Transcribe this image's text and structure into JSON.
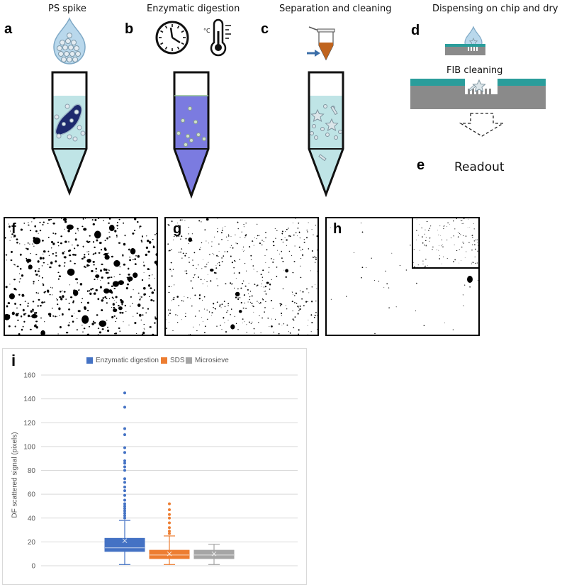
{
  "panels": {
    "a": {
      "letter": "a",
      "title": "PS spike"
    },
    "b": {
      "letter": "b",
      "title": "Enzymatic digestion",
      "thermo_unit": "°C"
    },
    "c": {
      "letter": "c",
      "title": "Separation and cleaning"
    },
    "d": {
      "letter": "d",
      "title": "Dispensing on chip and dry",
      "fib_label": "FIB cleaning"
    },
    "e": {
      "letter": "e",
      "title": "Readout"
    },
    "f": {
      "letter": "f"
    },
    "g": {
      "letter": "g"
    },
    "h": {
      "letter": "h"
    },
    "i": {
      "letter": "i"
    }
  },
  "colors": {
    "tube_fluid": "#bfe4e6",
    "enzyme_fluid": "#7b7be0",
    "particle": "#d8dfe6",
    "chip_top": "#2a9d9b",
    "chip_body": "#8a8a8a",
    "droplet": "#b9d8ec",
    "pellet": "#c0641e"
  },
  "chart_data": {
    "type": "box",
    "title": "",
    "xlabel": "",
    "ylabel": "DF scattered signal (pixels)",
    "ylim": [
      0,
      160
    ],
    "yticks": [
      0,
      20,
      40,
      60,
      80,
      100,
      120,
      140,
      160
    ],
    "grid": true,
    "legend_position": "top",
    "series": [
      {
        "name": "Enzymatic digestion",
        "color": "#4472c4",
        "whisker_low": 1,
        "q1": 12,
        "median": 15,
        "q3": 23,
        "whisker_high": 38,
        "mean": 21,
        "outliers": [
          40,
          42,
          44,
          46,
          48,
          50,
          52,
          55,
          59,
          63,
          66,
          70,
          73,
          80,
          83,
          86,
          88,
          95,
          99,
          110,
          115,
          133,
          145
        ]
      },
      {
        "name": "SDS",
        "color": "#ed7d31",
        "whisker_low": 1,
        "q1": 6,
        "median": 9,
        "q3": 13,
        "whisker_high": 25,
        "mean": 10,
        "outliers": [
          27,
          29,
          32,
          36,
          40,
          43,
          47,
          52
        ]
      },
      {
        "name": "Microsieve",
        "color": "#a5a5a5",
        "whisker_low": 1,
        "q1": 6,
        "median": 9,
        "q3": 13,
        "whisker_high": 18,
        "mean": 10,
        "outliers": []
      }
    ]
  }
}
